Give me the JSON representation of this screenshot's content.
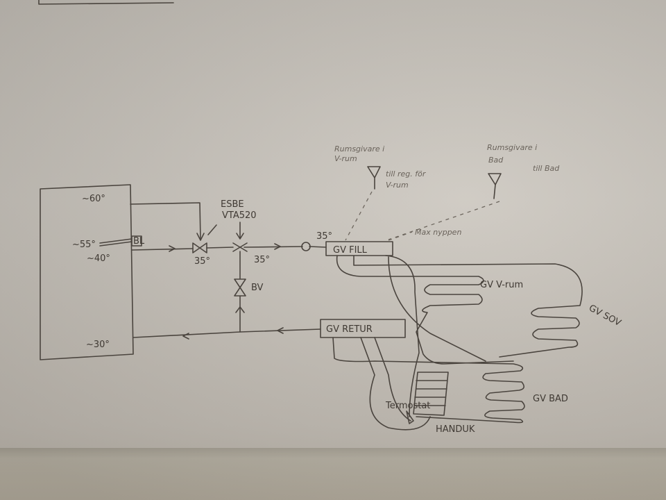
{
  "boiler": {
    "temp_top": "~60°",
    "temp_sensor": "~55°",
    "temp_out": "~40°",
    "temp_return": "~30°",
    "sensor_label": "BL"
  },
  "mixing_valve": {
    "brand": "ESBE",
    "model": "VTA520",
    "temp": "35°"
  },
  "supply": {
    "temp_after_valve": "35°",
    "temp_manifold": "35°"
  },
  "bypass_valve": {
    "label": "BV"
  },
  "manifolds": {
    "supply": "GV FILL",
    "return": "GV RETUR",
    "note": "Max nyppen"
  },
  "room_sensors": [
    {
      "label_line1": "Rumsgivare i",
      "label_line2": "V-rum",
      "note_line1": "till reg. för",
      "note_line2": "V-rum"
    },
    {
      "label_line1": "Rumsgivare i",
      "label_line2": "Bad",
      "note_line1": "till Bad"
    }
  ],
  "loops": {
    "v_rum": "GV V-rum",
    "sov": "GV SOV",
    "bad": "GV BAD"
  },
  "towel_rail": {
    "thermostat": "Termostat",
    "label": "HANDUK"
  }
}
